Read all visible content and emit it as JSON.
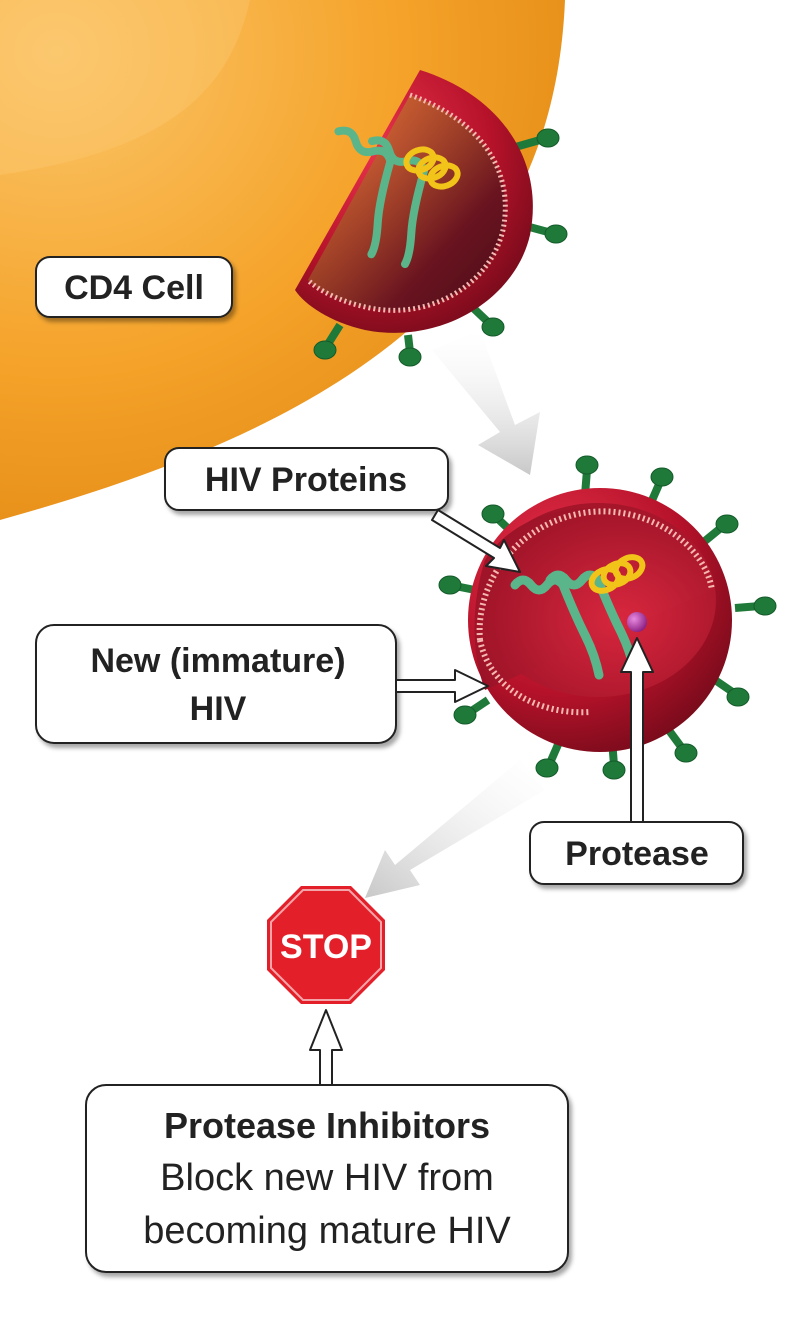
{
  "labels": {
    "cd4_cell": "CD4 Cell",
    "hiv_proteins": "HIV Proteins",
    "new_hiv_line1": "New (immature)",
    "new_hiv_line2": "HIV",
    "protease": "Protease",
    "stop_sign": "STOP",
    "inhibitor_title": "Protease Inhibitors",
    "inhibitor_line1": "Block new HIV from",
    "inhibitor_line2": "becoming mature HIV"
  },
  "colors": {
    "cell": "#F5A32A",
    "virus": "#B5122A",
    "spike": "#1F7A3A",
    "protein": "#5BB58A",
    "rna": "#F2C318",
    "protease": "#A52E9A",
    "stop": "#E3202A"
  },
  "icons": {
    "stop_sign": "stop-sign-octagon"
  }
}
